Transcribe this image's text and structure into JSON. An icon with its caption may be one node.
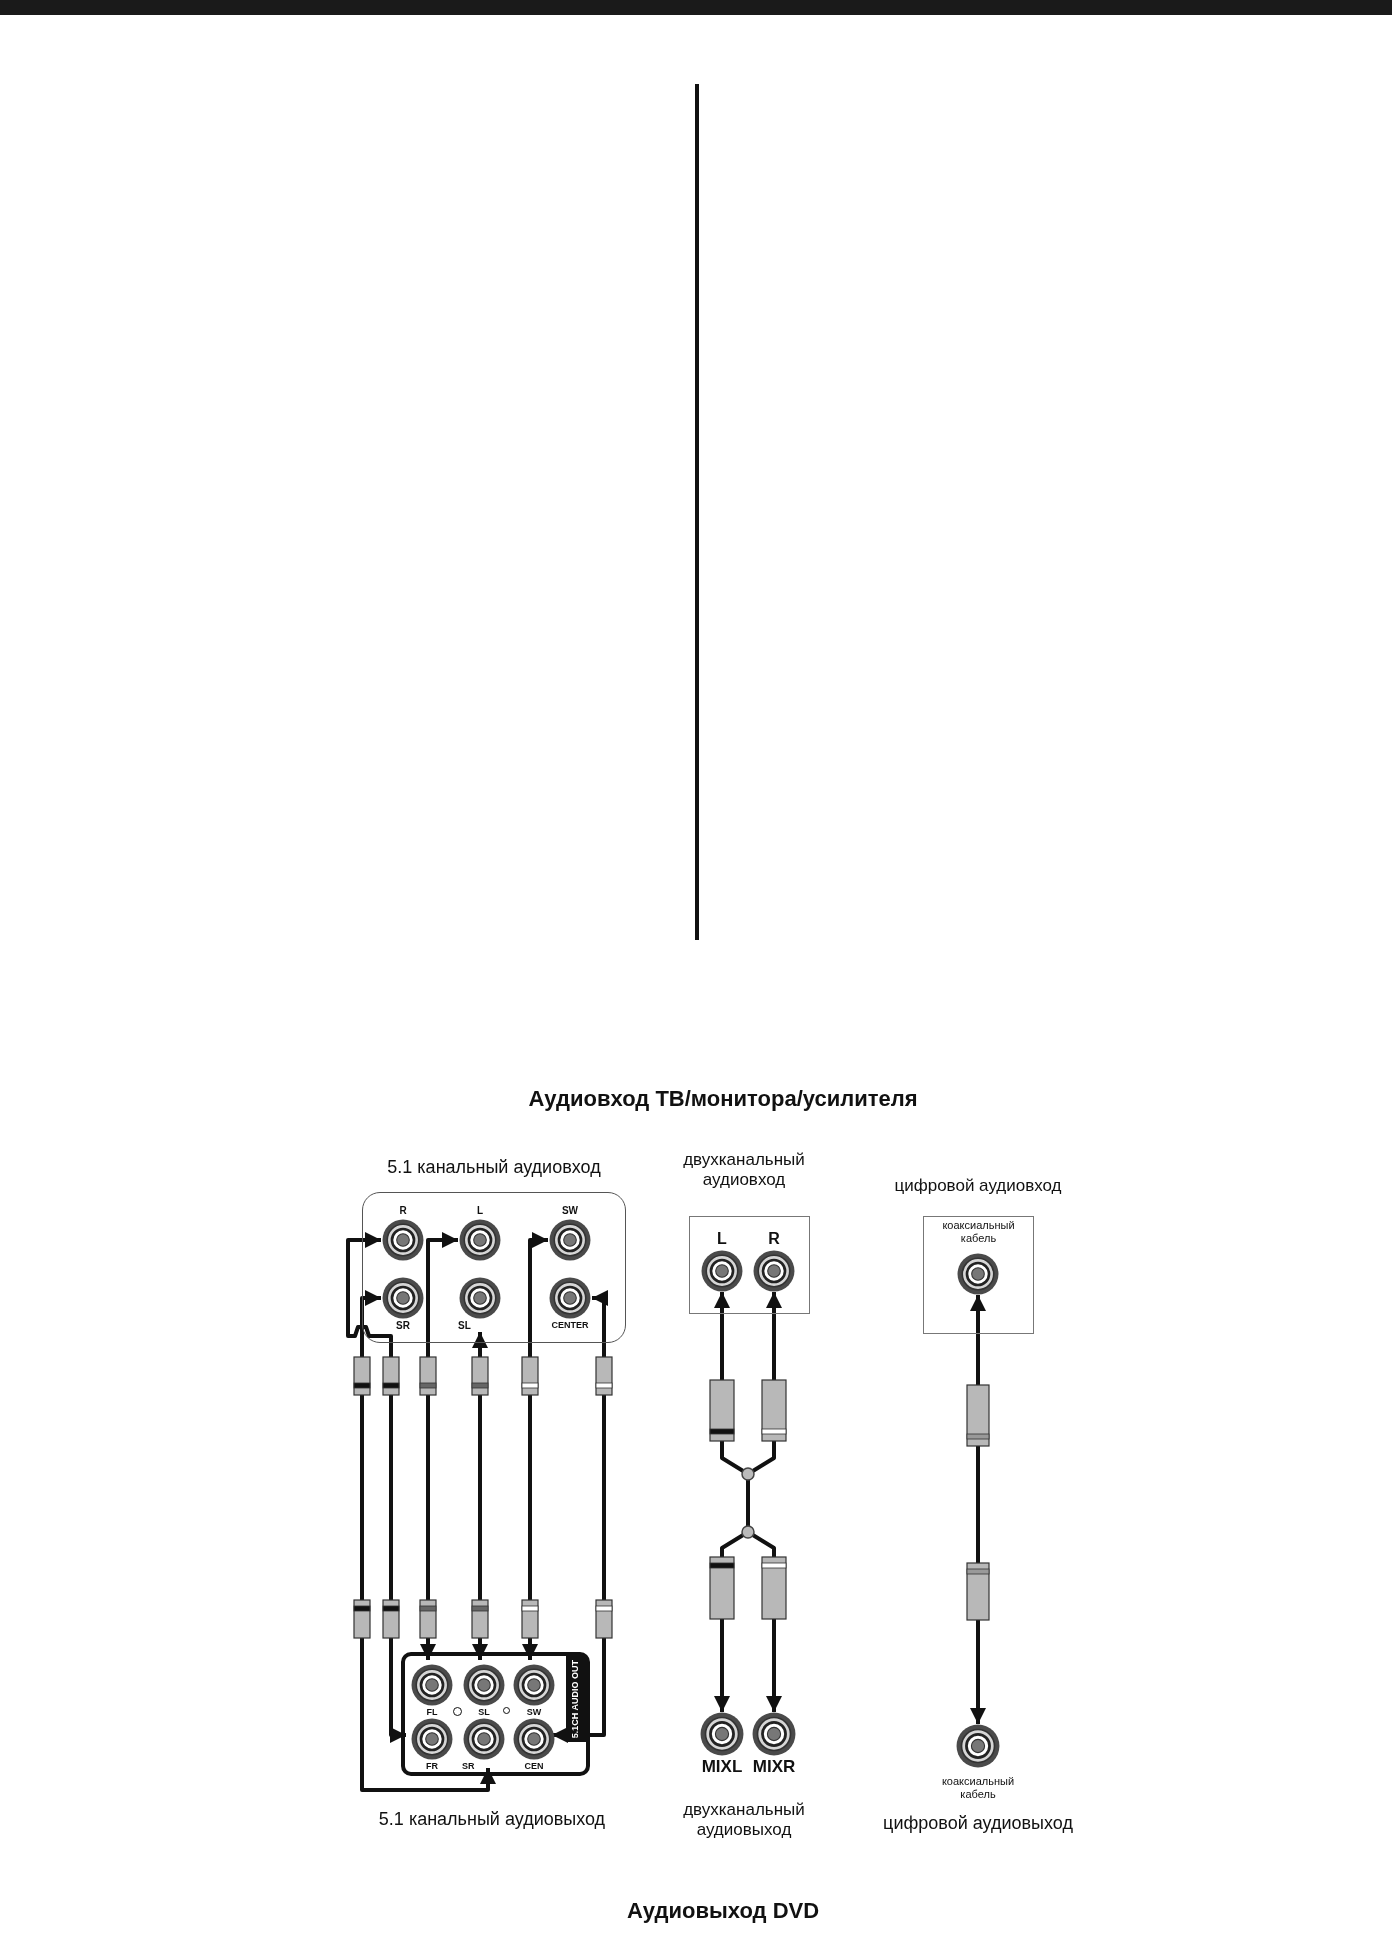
{
  "diagram": {
    "nodes": [
      {
        "text": [
          "5.1 канальный аудиовход"
        ]
      },
      {
        "text": [
          "R"
        ],
        "in": 0
      },
      {
        "text": [
          "L"
        ],
        "in": 0
      },
      {
        "text": [
          "SW"
        ],
        "in": 0
      },
      {
        "text": [
          "SR"
        ],
        "in": 0
      },
      {
        "text": [
          "SL"
        ],
        "in": 0
      },
      {
        "text": [
          "CENTER"
        ],
        "in": 0
      },
      {
        "text": [
          "5.1CH AUDIO OUT"
        ]
      },
      {
        "text": [
          "FL"
        ],
        "in": 7
      },
      {
        "text": [
          "SL"
        ],
        "in": 7
      },
      {
        "text": [
          "SW"
        ],
        "in": 7
      },
      {
        "text": [
          "FR"
        ],
        "in": 7
      },
      {
        "text": [
          "SR"
        ],
        "in": 7
      },
      {
        "text": [
          "CEN"
        ],
        "in": 7
      },
      {
        "text": [
          "двухканальный аудиовход"
        ]
      },
      {
        "text": [
          "L"
        ],
        "in": 14
      },
      {
        "text": [
          "R"
        ],
        "in": 14
      },
      {
        "text": [
          "MIXL"
        ]
      },
      {
        "text": [
          "MIXR"
        ]
      },
      {
        "text": [
          "цифровой аудиовход",
          "коаксиальный кабель"
        ]
      },
      {
        "text": [],
        "shape": "circle",
        "in": 19
      },
      {
        "text": [],
        "shape": "circle"
      }
    ],
    "edges": [
      {
        "from": 11,
        "to": 1,
        "arrow": "both"
      },
      {
        "from": 12,
        "to": 4,
        "arrow": "both"
      },
      {
        "from": 8,
        "to": 2,
        "arrow": "both"
      },
      {
        "from": 9,
        "to": 5,
        "arrow": "both"
      },
      {
        "from": 10,
        "to": 3,
        "arrow": "both"
      },
      {
        "from": 13,
        "to": 6,
        "arrow": "both"
      },
      {
        "from": 17,
        "to": 15,
        "arrow": "both"
      },
      {
        "from": 18,
        "to": 16,
        "arrow": "both"
      },
      {
        "from": 21,
        "to": 20,
        "arrow": "both"
      }
    ],
    "labels": [
      "Аудиовход ТВ/монитора/усилителя",
      "коаксиальный кабель",
      "5.1 канальный аудиовыход",
      "двухканальный аудиовыход",
      "цифровой аудиовыход",
      "Аудиовыход DVD"
    ]
  }
}
